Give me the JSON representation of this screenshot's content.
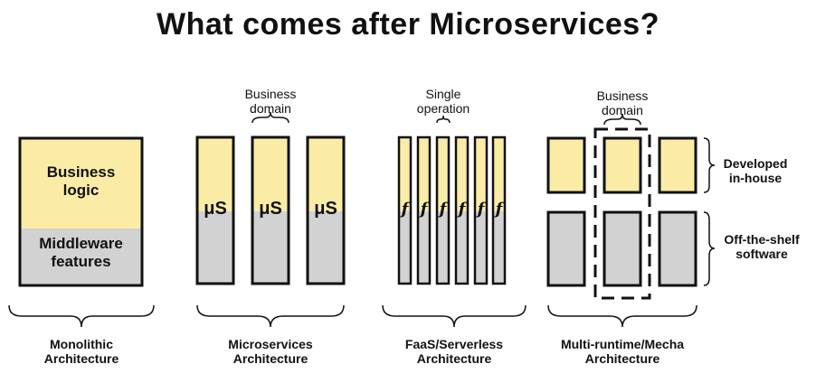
{
  "title": "What comes after Microservices?",
  "colors": {
    "business": "#fbeca5",
    "middleware": "#d2d2d2",
    "stroke": "#111111"
  },
  "monolith": {
    "business_line1": "Business",
    "business_line2": "logic",
    "middleware_line1": "Middleware",
    "middleware_line2": "features",
    "caption_line1": "Monolithic",
    "caption_line2": "Architecture"
  },
  "microservices": {
    "bracket_line1": "Business",
    "bracket_line2": "domain",
    "service_symbol": "μS",
    "caption_line1": "Microservices",
    "caption_line2": "Architecture"
  },
  "faas": {
    "bracket_line1": "Single",
    "bracket_line2": "operation",
    "function_symbol": "ƒ",
    "caption_line1": "FaaS/Serverless",
    "caption_line2": "Architecture"
  },
  "mecha": {
    "bracket_line1": "Business",
    "bracket_line2": "domain",
    "caption_line1": "Multi-runtime/Mecha",
    "caption_line2": "Architecture",
    "right_top_line1": "Developed",
    "right_top_line2": "in-house",
    "right_bottom_line1": "Off-the-shelf",
    "right_bottom_line2": "software"
  }
}
